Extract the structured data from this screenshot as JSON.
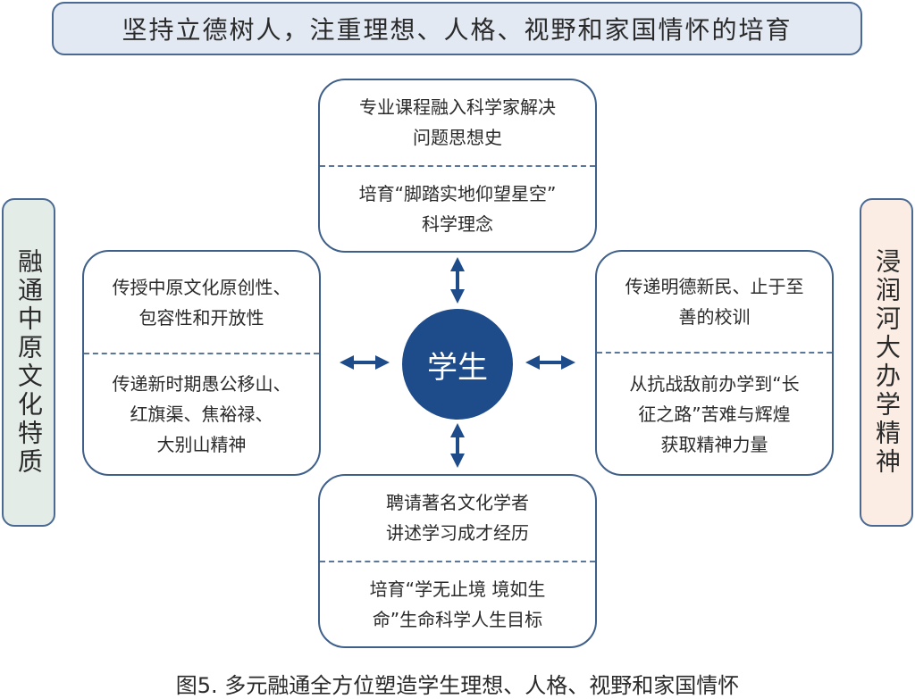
{
  "banner": "坚持立德树人，注重理想、人格、视野和家国情怀的培育",
  "left_bar": "融通中原文化特质",
  "right_bar": "浸润河大办学精神",
  "center": "学生",
  "top_box": [
    "专业课程融入科学家解决\n问题思想史",
    "培育“脚踏实地仰望星空”\n科学理念"
  ],
  "left_box": [
    "传授中原文化原创性、\n包容性和开放性",
    "传递新时期愚公移山、\n红旗渠、焦裕禄、\n大别山精神"
  ],
  "right_box": [
    "传递明德新民、止于至\n善的校训",
    "从抗战敌前办学到“长\n征之路”苦难与辉煌\n获取精神力量"
  ],
  "bottom_box": [
    "聘请著名文化学者\n讲述学习成才经历",
    "培育“学无止境 境如生\n命”生命科学人生目标"
  ],
  "caption": "图5. 多元融通全方位塑造学生理想、人格、视野和家国情怀",
  "colors": {
    "accent": "#1e4c8a",
    "banner_fill": "#e3e9f3",
    "left_fill": "#e4ece8",
    "right_fill": "#fbede3"
  }
}
